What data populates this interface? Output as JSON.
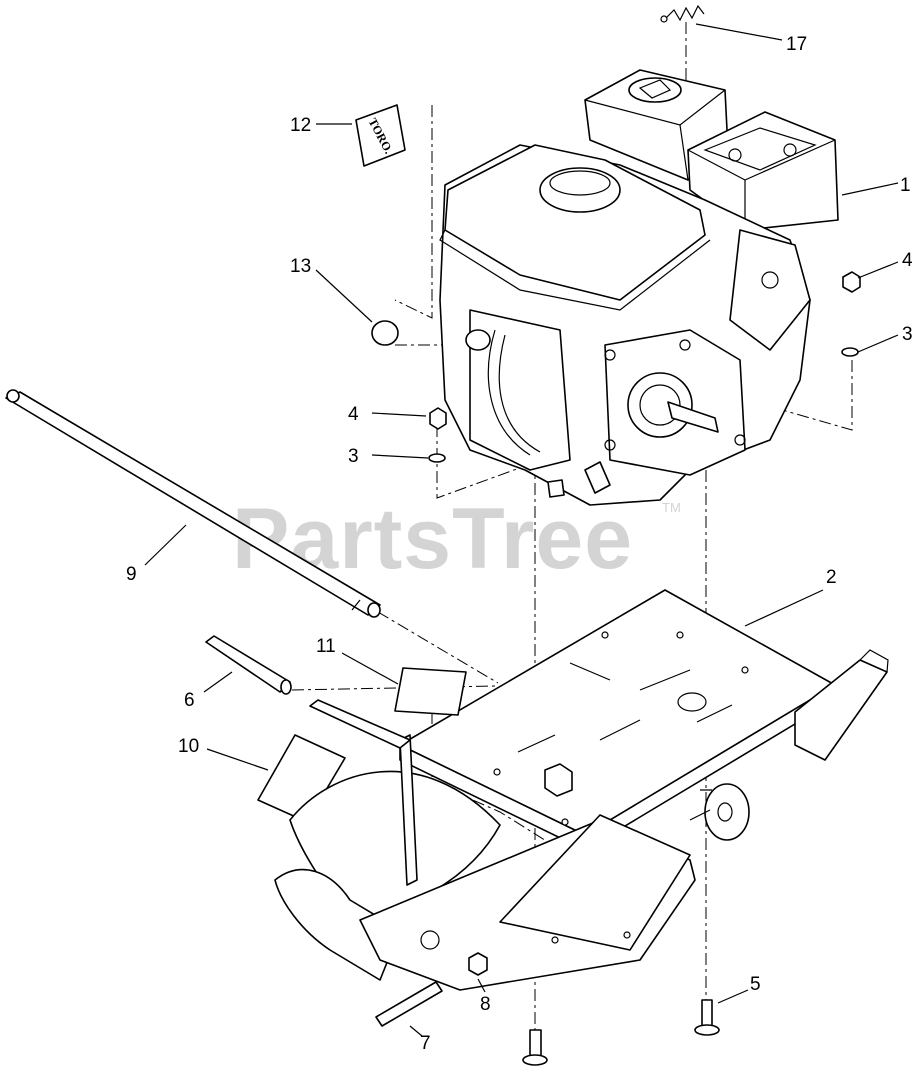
{
  "watermark": {
    "text": "PartsTree",
    "trademark": "TM"
  },
  "decal_logo_text": "TORO.",
  "callouts": [
    {
      "id": "17",
      "label": "17"
    },
    {
      "id": "12",
      "label": "12"
    },
    {
      "id": "1",
      "label": "1"
    },
    {
      "id": "13",
      "label": "13"
    },
    {
      "id": "4a",
      "label": "4"
    },
    {
      "id": "3a",
      "label": "3"
    },
    {
      "id": "4b",
      "label": "4"
    },
    {
      "id": "3b",
      "label": "3"
    },
    {
      "id": "9",
      "label": "9"
    },
    {
      "id": "2",
      "label": "2"
    },
    {
      "id": "11",
      "label": "11"
    },
    {
      "id": "6",
      "label": "6"
    },
    {
      "id": "10",
      "label": "10"
    },
    {
      "id": "5",
      "label": "5"
    },
    {
      "id": "8",
      "label": "8"
    },
    {
      "id": "7",
      "label": "7"
    }
  ]
}
